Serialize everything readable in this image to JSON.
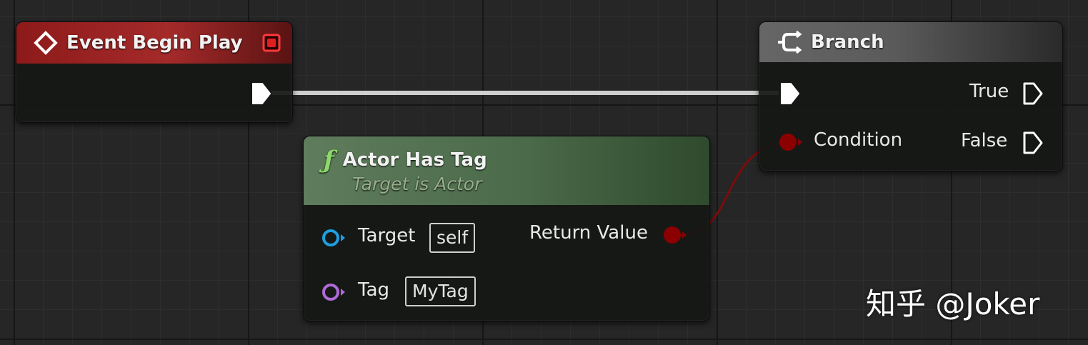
{
  "nodes": {
    "event_begin_play": {
      "title": "Event Begin Play",
      "color": "#a52a2a"
    },
    "branch": {
      "title": "Branch",
      "inputs": {
        "condition": "Condition"
      },
      "outputs": {
        "true": "True",
        "false": "False"
      }
    },
    "actor_has_tag": {
      "title": "Actor Has Tag",
      "subtitle": "Target is Actor",
      "inputs": {
        "target_label": "Target",
        "target_value": "self",
        "tag_label": "Tag",
        "tag_value": "MyTag"
      },
      "outputs": {
        "return_value": "Return Value"
      }
    }
  },
  "icons": {
    "event": "diamond-icon",
    "branch": "branch-icon",
    "function": "function-icon",
    "exec": "exec-pin-icon"
  },
  "colors": {
    "exec_wire": "#d8d8d8",
    "bool_pin": "#8b0000",
    "object_pin": "#1e9fe0",
    "name_pin": "#b06ad8",
    "function_header": "#4b6a49"
  },
  "watermark": "知乎 @Joker"
}
